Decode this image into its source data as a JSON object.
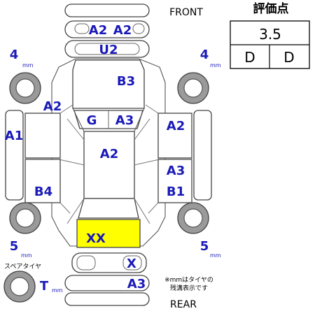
{
  "header": {
    "front_label": "FRONT",
    "rear_label": "REAR"
  },
  "grade": {
    "title": "評価点",
    "score": "3.5",
    "interior": "D",
    "exterior": "D"
  },
  "tyre_depth": {
    "front_left": "4",
    "front_right": "4",
    "rear_left": "5",
    "rear_right": "5",
    "unit": "mm",
    "spare_value": "T",
    "spare_label": "スペアタイヤ"
  },
  "note": {
    "line1": "※mmはタイヤの",
    "line2": "残溝表示です"
  },
  "damage_codes": {
    "front_bumper_left": "A2",
    "front_bumper_right": "A2",
    "front_grille": "U2",
    "hood": "B3",
    "left_front_fender": "A2",
    "left_front_side": "A1",
    "windshield": "G",
    "cowl": "A3",
    "roof": "A2",
    "left_rear_side": "B4",
    "right_front_door": "A2",
    "right_rear_door_upper": "A3",
    "right_rear_door_lower": "B1",
    "trunk": "XX",
    "rear_panel_mark": "X",
    "rear_bumper": "A3"
  },
  "colors": {
    "damage_code_text": "#1a1ab8",
    "highlight_fill": "#ffff00",
    "tyre_gray": "#9a9a9a",
    "outline": "#444444"
  }
}
